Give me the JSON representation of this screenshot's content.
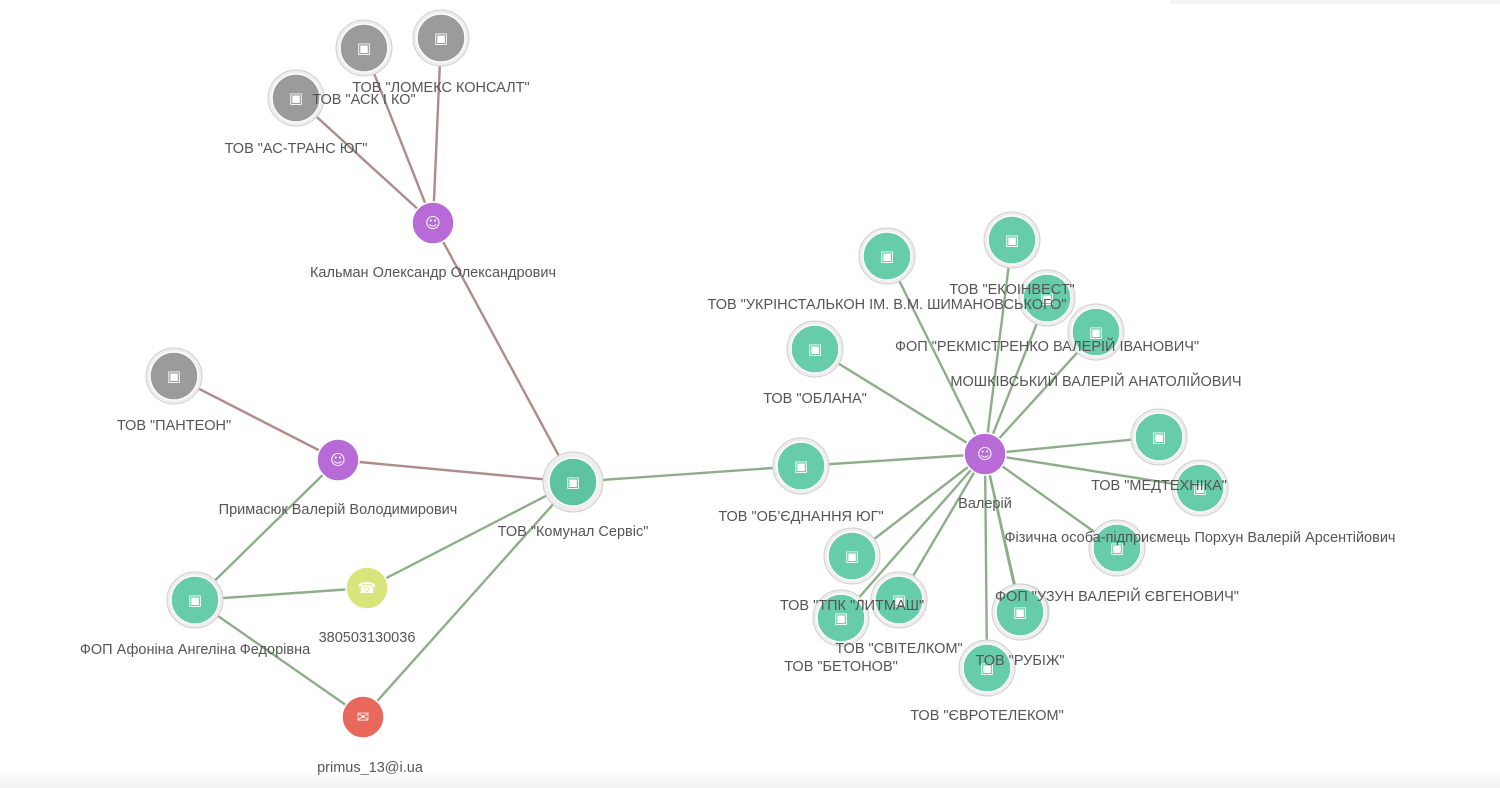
{
  "colors": {
    "company": "#66cda8",
    "company_inactive": "#9b9b9b",
    "person": "#b86bd6",
    "phone": "#d9e57c",
    "email": "#e8685c",
    "edge_green": "#8eae8a",
    "edge_brown": "#ae8c8a"
  },
  "icons": {
    "company": "briefcase-icon",
    "person": "user-icon",
    "phone": "phone-icon",
    "email": "envelope-icon"
  },
  "nodes": [
    {
      "id": "center",
      "type": "company",
      "label": "ТОВ \"Комунал Сервіс\"",
      "central": true
    },
    {
      "id": "kalman",
      "type": "person",
      "label": "Кальман Олександр Олександрович"
    },
    {
      "id": "lomeks",
      "type": "company_inactive",
      "label": "ТОВ \"ЛОМЕКС КОНСАЛТ\""
    },
    {
      "id": "ask",
      "type": "company_inactive",
      "label": "ТОВ \"АСК І КО\""
    },
    {
      "id": "astrans",
      "type": "company_inactive",
      "label": "ТОВ \"АС-ТРАНС ЮГ\""
    },
    {
      "id": "panteon",
      "type": "company_inactive",
      "label": "ТОВ \"ПАНТЕОН\""
    },
    {
      "id": "primasiuk",
      "type": "person",
      "label": "Примасюк Валерій Володимирович"
    },
    {
      "id": "afonina",
      "type": "company",
      "label": "ФОП Афоніна Ангеліна Федорівна"
    },
    {
      "id": "phone",
      "type": "phone",
      "label": "380503130036"
    },
    {
      "id": "email",
      "type": "email",
      "label": "primus_13@i.ua"
    },
    {
      "id": "ob",
      "type": "company",
      "label": "ТОВ \"ОБ'ЄДНАННЯ ЮГ\""
    },
    {
      "id": "valeriy",
      "type": "person",
      "label": "Валерій"
    },
    {
      "id": "ukrin",
      "type": "company",
      "label": "ТОВ \"УКРІНСТАЛЬКОН ІМ. В.М. ШИМАНОВСЬКОГО\""
    },
    {
      "id": "oblana",
      "type": "company",
      "label": "ТОВ \"ОБЛАНА\""
    },
    {
      "id": "eko",
      "type": "company",
      "label": "ТОВ \"ЕКОІНВЕСТ\""
    },
    {
      "id": "rekm",
      "type": "company",
      "label": "ФОП \"РЕКМІСТРЕНКО ВАЛЕРІЙ ІВАНОВИЧ\""
    },
    {
      "id": "moshk",
      "type": "company",
      "label": "МОШКІВСЬКИЙ ВАЛЕРІЙ АНАТОЛІЙОВИЧ"
    },
    {
      "id": "medt",
      "type": "company",
      "label": "ТОВ \"МЕДТЕХНІКА\""
    },
    {
      "id": "medt2",
      "type": "company",
      "label": ""
    },
    {
      "id": "porkhun",
      "type": "company",
      "label": "Фізична особа-підприємець Порхун Валерій Арсентійович"
    },
    {
      "id": "uzun",
      "type": "company",
      "label": "ФОП \"УЗУН ВАЛЕРІЙ ЄВГЕНОВИЧ\""
    },
    {
      "id": "rubizh",
      "type": "company",
      "label": "ТОВ \"РУБІЖ\""
    },
    {
      "id": "evro",
      "type": "company",
      "label": "ТОВ \"ЄВРОТЕЛЕКОМ\""
    },
    {
      "id": "svitelkom",
      "type": "company",
      "label": "ТОВ \"СВІТЕЛКОМ\""
    },
    {
      "id": "lytmash",
      "type": "company",
      "label": "ТОВ \"ТПК \"ЛИТМАШ\""
    },
    {
      "id": "betonov",
      "type": "company",
      "label": "ТОВ \"БЕТОНОВ\""
    }
  ],
  "edges": [
    {
      "from": "lomeks",
      "to": "kalman",
      "color": "edge_brown"
    },
    {
      "from": "ask",
      "to": "kalman",
      "color": "edge_brown"
    },
    {
      "from": "astrans",
      "to": "kalman",
      "color": "edge_brown"
    },
    {
      "from": "kalman",
      "to": "center",
      "color": "edge_brown"
    },
    {
      "from": "panteon",
      "to": "primasiuk",
      "color": "edge_brown"
    },
    {
      "from": "primasiuk",
      "to": "center",
      "color": "edge_brown"
    },
    {
      "from": "primasiuk",
      "to": "afonina",
      "color": "edge_green"
    },
    {
      "from": "afonina",
      "to": "phone",
      "color": "edge_green"
    },
    {
      "from": "afonina",
      "to": "email",
      "color": "edge_green"
    },
    {
      "from": "phone",
      "to": "center",
      "color": "edge_green"
    },
    {
      "from": "email",
      "to": "center",
      "color": "edge_green"
    },
    {
      "from": "center",
      "to": "ob",
      "color": "edge_green"
    },
    {
      "from": "ob",
      "to": "valeriy",
      "color": "edge_green"
    },
    {
      "from": "valeriy",
      "to": "ukrin",
      "color": "edge_green"
    },
    {
      "from": "valeriy",
      "to": "oblana",
      "color": "edge_green"
    },
    {
      "from": "valeriy",
      "to": "eko",
      "color": "edge_green"
    },
    {
      "from": "valeriy",
      "to": "rekm",
      "color": "edge_green"
    },
    {
      "from": "valeriy",
      "to": "moshk",
      "color": "edge_green"
    },
    {
      "from": "valeriy",
      "to": "medt",
      "color": "edge_green"
    },
    {
      "from": "valeriy",
      "to": "medt2",
      "color": "edge_green"
    },
    {
      "from": "valeriy",
      "to": "porkhun",
      "color": "edge_green"
    },
    {
      "from": "valeriy",
      "to": "uzun",
      "color": "edge_green"
    },
    {
      "from": "valeriy",
      "to": "rubizh",
      "color": "edge_green"
    },
    {
      "from": "valeriy",
      "to": "evro",
      "color": "edge_green"
    },
    {
      "from": "valeriy",
      "to": "svitelkom",
      "color": "edge_green"
    },
    {
      "from": "valeriy",
      "to": "lytmash",
      "color": "edge_green"
    },
    {
      "from": "valeriy",
      "to": "betonov",
      "color": "edge_green"
    }
  ]
}
